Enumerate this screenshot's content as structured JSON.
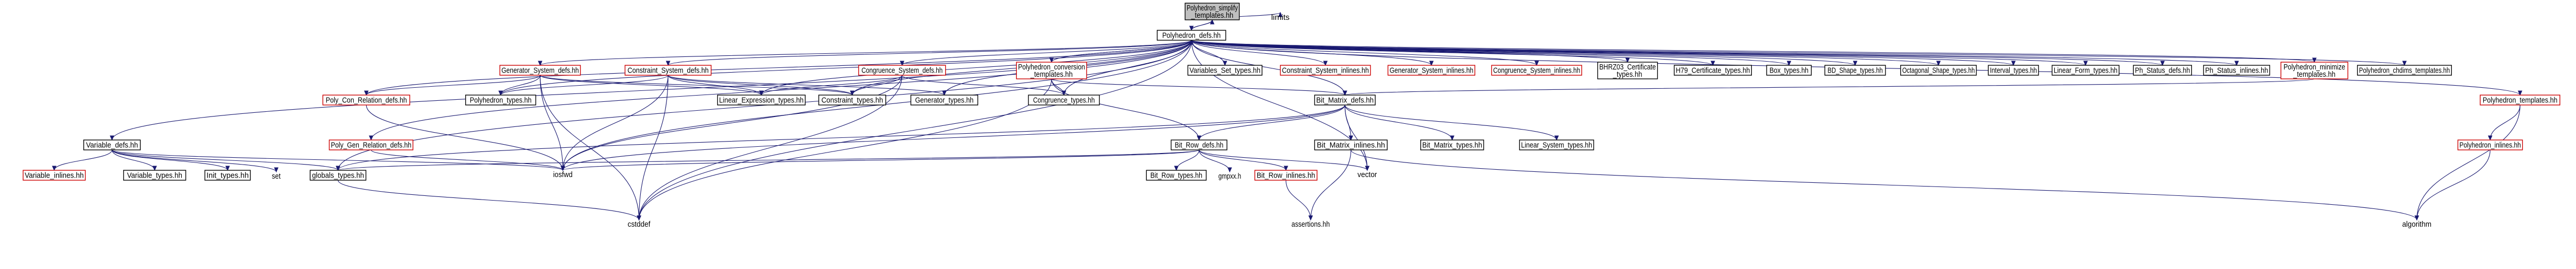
{
  "diagram": {
    "type": "include-dependency-graph",
    "colors": {
      "edge": "#191970",
      "node_border": "#000000",
      "missing_file_border": "#cc0000",
      "root_fill": "#bfbfbf",
      "node_fill": "#ffffff"
    },
    "nodes": [
      {
        "id": "root",
        "lines": [
          "Polyhedron_simplify",
          "_templates.hh"
        ],
        "style": "root"
      },
      {
        "id": "limits",
        "lines": [
          "limits"
        ],
        "style": "plain"
      },
      {
        "id": "poly_defs",
        "lines": [
          "Polyhedron_defs.hh"
        ],
        "style": "normal"
      },
      {
        "id": "gensys_defs",
        "lines": [
          "Generator_System_defs.hh"
        ],
        "style": "red"
      },
      {
        "id": "consys_defs",
        "lines": [
          "Constraint_System_defs.hh"
        ],
        "style": "red"
      },
      {
        "id": "congsys_defs",
        "lines": [
          "Congruence_System_defs.hh"
        ],
        "style": "red"
      },
      {
        "id": "poly_conv",
        "lines": [
          "Polyhedron_conversion",
          "_templates.hh"
        ],
        "style": "red"
      },
      {
        "id": "varset_types",
        "lines": [
          "Variables_Set_types.hh"
        ],
        "style": "normal"
      },
      {
        "id": "consys_inlines",
        "lines": [
          "Constraint_System_inlines.hh"
        ],
        "style": "red"
      },
      {
        "id": "gensys_inlines",
        "lines": [
          "Generator_System_inlines.hh"
        ],
        "style": "red"
      },
      {
        "id": "congsys_inlines",
        "lines": [
          "Congruence_System_inlines.hh"
        ],
        "style": "red"
      },
      {
        "id": "bhrz03",
        "lines": [
          "BHRZ03_Certificate",
          "_types.hh"
        ],
        "style": "normal"
      },
      {
        "id": "h79",
        "lines": [
          "H79_Certificate_types.hh"
        ],
        "style": "normal"
      },
      {
        "id": "box_types",
        "lines": [
          "Box_types.hh"
        ],
        "style": "normal"
      },
      {
        "id": "bdshape",
        "lines": [
          "BD_Shape_types.hh"
        ],
        "style": "normal"
      },
      {
        "id": "octagonal",
        "lines": [
          "Octagonal_Shape_types.hh"
        ],
        "style": "normal"
      },
      {
        "id": "interval_types",
        "lines": [
          "Interval_types.hh"
        ],
        "style": "normal"
      },
      {
        "id": "linform",
        "lines": [
          "Linear_Form_types.hh"
        ],
        "style": "normal"
      },
      {
        "id": "phstatus_defs",
        "lines": [
          "Ph_Status_defs.hh"
        ],
        "style": "normal"
      },
      {
        "id": "phstatus_inlines",
        "lines": [
          "Ph_Status_inlines.hh"
        ],
        "style": "normal"
      },
      {
        "id": "poly_minimize",
        "lines": [
          "Polyhedron_minimize",
          "_templates.hh"
        ],
        "style": "red"
      },
      {
        "id": "poly_chdims",
        "lines": [
          "Polyhedron_chdims_templates.hh"
        ],
        "style": "normal"
      },
      {
        "id": "poly_templates",
        "lines": [
          "Polyhedron_templates.hh"
        ],
        "style": "red"
      },
      {
        "id": "polycon_defs",
        "lines": [
          "Poly_Con_Relation_defs.hh"
        ],
        "style": "red"
      },
      {
        "id": "polygen_defs",
        "lines": [
          "Poly_Gen_Relation_defs.hh"
        ],
        "style": "red"
      },
      {
        "id": "poly_types",
        "lines": [
          "Polyhedron_types.hh"
        ],
        "style": "normal"
      },
      {
        "id": "linexpr_types",
        "lines": [
          "Linear_Expression_types.hh"
        ],
        "style": "normal"
      },
      {
        "id": "cons_types",
        "lines": [
          "Constraint_types.hh"
        ],
        "style": "normal"
      },
      {
        "id": "gen_types",
        "lines": [
          "Generator_types.hh"
        ],
        "style": "normal"
      },
      {
        "id": "cong_types",
        "lines": [
          "Congruence_types.hh"
        ],
        "style": "normal"
      },
      {
        "id": "bitmatrix_defs",
        "lines": [
          "Bit_Matrix_defs.hh"
        ],
        "style": "normal"
      },
      {
        "id": "variable_defs",
        "lines": [
          "Variable_defs.hh"
        ],
        "style": "normal"
      },
      {
        "id": "variable_inlines",
        "lines": [
          "Variable_inlines.hh"
        ],
        "style": "red"
      },
      {
        "id": "variable_types",
        "lines": [
          "Variable_types.hh"
        ],
        "style": "normal"
      },
      {
        "id": "init_types",
        "lines": [
          "Init_types.hh"
        ],
        "style": "normal"
      },
      {
        "id": "set",
        "lines": [
          "set"
        ],
        "style": "plain"
      },
      {
        "id": "globals_types",
        "lines": [
          "globals_types.hh"
        ],
        "style": "normal"
      },
      {
        "id": "iosfwd",
        "lines": [
          "iosfwd"
        ],
        "style": "plain"
      },
      {
        "id": "cstddef",
        "lines": [
          "cstddef"
        ],
        "style": "plain"
      },
      {
        "id": "bitrow_defs",
        "lines": [
          "Bit_Row_defs.hh"
        ],
        "style": "normal"
      },
      {
        "id": "bitrow_types",
        "lines": [
          "Bit_Row_types.hh"
        ],
        "style": "normal"
      },
      {
        "id": "gmpxx",
        "lines": [
          "gmpxx.h"
        ],
        "style": "plain"
      },
      {
        "id": "bitrow_inlines",
        "lines": [
          "Bit_Row_inlines.hh"
        ],
        "style": "red"
      },
      {
        "id": "assertions",
        "lines": [
          "assertions.hh"
        ],
        "style": "plain"
      },
      {
        "id": "bitmatrix_inlines",
        "lines": [
          "Bit_Matrix_inlines.hh"
        ],
        "style": "normal"
      },
      {
        "id": "bitmatrix_types",
        "lines": [
          "Bit_Matrix_types.hh"
        ],
        "style": "normal"
      },
      {
        "id": "linsys_types",
        "lines": [
          "Linear_System_types.hh"
        ],
        "style": "normal"
      },
      {
        "id": "vector",
        "lines": [
          "vector"
        ],
        "style": "plain"
      },
      {
        "id": "poly_inlines",
        "lines": [
          "Polyhedron_inlines.hh"
        ],
        "style": "red"
      },
      {
        "id": "algorithm",
        "lines": [
          "algorithm"
        ],
        "style": "plain"
      }
    ],
    "edges": [
      [
        "root",
        "poly_defs"
      ],
      [
        "root",
        "limits"
      ],
      [
        "poly_defs",
        "root"
      ],
      [
        "poly_defs",
        "gensys_defs"
      ],
      [
        "poly_defs",
        "consys_defs"
      ],
      [
        "poly_defs",
        "congsys_defs"
      ],
      [
        "poly_defs",
        "poly_conv"
      ],
      [
        "poly_defs",
        "varset_types"
      ],
      [
        "poly_defs",
        "consys_inlines"
      ],
      [
        "poly_defs",
        "gensys_inlines"
      ],
      [
        "poly_defs",
        "congsys_inlines"
      ],
      [
        "poly_defs",
        "bhrz03"
      ],
      [
        "poly_defs",
        "h79"
      ],
      [
        "poly_defs",
        "box_types"
      ],
      [
        "poly_defs",
        "bdshape"
      ],
      [
        "poly_defs",
        "octagonal"
      ],
      [
        "poly_defs",
        "interval_types"
      ],
      [
        "poly_defs",
        "linform"
      ],
      [
        "poly_defs",
        "phstatus_defs"
      ],
      [
        "poly_defs",
        "phstatus_inlines"
      ],
      [
        "poly_defs",
        "poly_minimize"
      ],
      [
        "poly_defs",
        "poly_chdims"
      ],
      [
        "poly_defs",
        "poly_templates"
      ],
      [
        "poly_defs",
        "polycon_defs"
      ],
      [
        "poly_defs",
        "polygen_defs"
      ],
      [
        "poly_defs",
        "poly_types"
      ],
      [
        "poly_defs",
        "linexpr_types"
      ],
      [
        "poly_defs",
        "cons_types"
      ],
      [
        "poly_defs",
        "gen_types"
      ],
      [
        "poly_defs",
        "cong_types"
      ],
      [
        "poly_defs",
        "bitmatrix_defs"
      ],
      [
        "poly_defs",
        "variable_defs"
      ],
      [
        "poly_defs",
        "globals_types"
      ],
      [
        "poly_defs",
        "iosfwd"
      ],
      [
        "poly_defs",
        "vector"
      ],
      [
        "poly_defs",
        "cstddef"
      ],
      [
        "gensys_defs",
        "polycon_defs"
      ],
      [
        "gensys_defs",
        "poly_types"
      ],
      [
        "gensys_defs",
        "linexpr_types"
      ],
      [
        "gensys_defs",
        "cons_types"
      ],
      [
        "gensys_defs",
        "iosfwd"
      ],
      [
        "gensys_defs",
        "cstddef"
      ],
      [
        "consys_defs",
        "linexpr_types"
      ],
      [
        "consys_defs",
        "cons_types"
      ],
      [
        "consys_defs",
        "gen_types"
      ],
      [
        "consys_defs",
        "poly_types"
      ],
      [
        "consys_defs",
        "iosfwd"
      ],
      [
        "consys_defs",
        "cstddef"
      ],
      [
        "congsys_defs",
        "linexpr_types"
      ],
      [
        "congsys_defs",
        "cons_types"
      ],
      [
        "congsys_defs",
        "cong_types"
      ],
      [
        "congsys_defs",
        "iosfwd"
      ],
      [
        "congsys_defs",
        "cstddef"
      ],
      [
        "poly_conv",
        "poly_defs"
      ],
      [
        "poly_conv",
        "bitrow_defs"
      ],
      [
        "poly_conv",
        "bitmatrix_defs"
      ],
      [
        "poly_conv",
        "cong_types"
      ],
      [
        "poly_conv",
        "cstddef"
      ],
      [
        "poly_minimize",
        "bitmatrix_defs"
      ],
      [
        "poly_templates",
        "poly_inlines"
      ],
      [
        "poly_templates",
        "algorithm"
      ],
      [
        "poly_inlines",
        "algorithm"
      ],
      [
        "polycon_defs",
        "iosfwd"
      ],
      [
        "polygen_defs",
        "iosfwd"
      ],
      [
        "variable_defs",
        "variable_inlines"
      ],
      [
        "variable_defs",
        "variable_types"
      ],
      [
        "variable_defs",
        "init_types"
      ],
      [
        "variable_defs",
        "set"
      ],
      [
        "variable_defs",
        "globals_types"
      ],
      [
        "variable_defs",
        "iosfwd"
      ],
      [
        "globals_types",
        "cstddef"
      ],
      [
        "bitmatrix_defs",
        "bitrow_defs"
      ],
      [
        "bitmatrix_defs",
        "bitmatrix_inlines"
      ],
      [
        "bitmatrix_defs",
        "bitmatrix_types"
      ],
      [
        "bitmatrix_defs",
        "linsys_types"
      ],
      [
        "bitmatrix_defs",
        "vector"
      ],
      [
        "bitmatrix_defs",
        "iosfwd"
      ],
      [
        "bitmatrix_defs",
        "globals_types"
      ],
      [
        "bitrow_defs",
        "bitrow_types"
      ],
      [
        "bitrow_defs",
        "gmpxx"
      ],
      [
        "bitrow_defs",
        "bitrow_inlines"
      ],
      [
        "bitrow_defs",
        "vector"
      ],
      [
        "bitrow_defs",
        "iosfwd"
      ],
      [
        "bitrow_defs",
        "globals_types"
      ],
      [
        "bitrow_inlines",
        "assertions"
      ],
      [
        "bitmatrix_inlines",
        "assertions"
      ],
      [
        "bitmatrix_inlines",
        "algorithm"
      ]
    ]
  }
}
